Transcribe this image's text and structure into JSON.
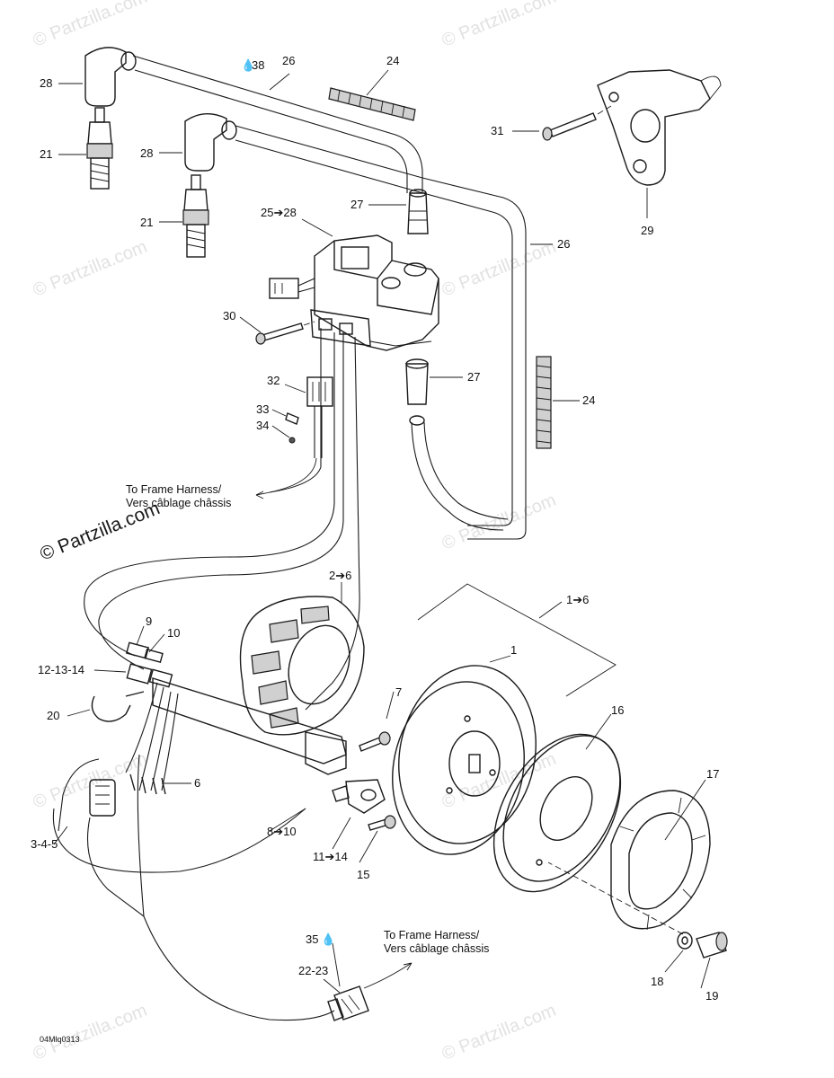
{
  "watermarks": [
    "© Partzilla.com",
    "© Partzilla.com",
    "© Partzilla.com",
    "© Partzilla.com",
    "© Partzilla.com",
    "© Partzilla.com",
    "© Partzilla.com",
    "© Partzilla.com",
    "© Partzilla.com"
  ],
  "main_watermark": "© Partzilla.com",
  "callouts": {
    "c28a": "28",
    "c21a": "21",
    "c38": "38",
    "c26a": "26",
    "c24a": "24",
    "c28b": "28",
    "c21b": "21",
    "c31": "31",
    "c29": "29",
    "c27a": "27",
    "c25_28": "25➔28",
    "c26b": "26",
    "c30": "30",
    "c27b": "27",
    "c32": "32",
    "c24b": "24",
    "c33": "33",
    "c34": "34",
    "c2_6": "2➔6",
    "c1_6": "1➔6",
    "c9": "9",
    "c10": "10",
    "c12_13_14": "12-13-14",
    "c1": "1",
    "c7": "7",
    "c16": "16",
    "c20": "20",
    "c6": "6",
    "c17": "17",
    "c3_4_5": "3-4-5",
    "c8_10": "8➔10",
    "c11_14": "11➔14",
    "c15": "15",
    "c35": "35",
    "c22_23": "22-23",
    "c18": "18",
    "c19": "19"
  },
  "notes": {
    "frame_harness_top_en": "To Frame Harness/",
    "frame_harness_top_fr": "Vers câblage châssis",
    "frame_harness_bottom_en": "To Frame Harness/",
    "frame_harness_bottom_fr": "Vers câblage châssis"
  },
  "drawing_code": "04Mlq0313",
  "icons": {
    "drop_icon": "lubricant-drop-icon"
  }
}
